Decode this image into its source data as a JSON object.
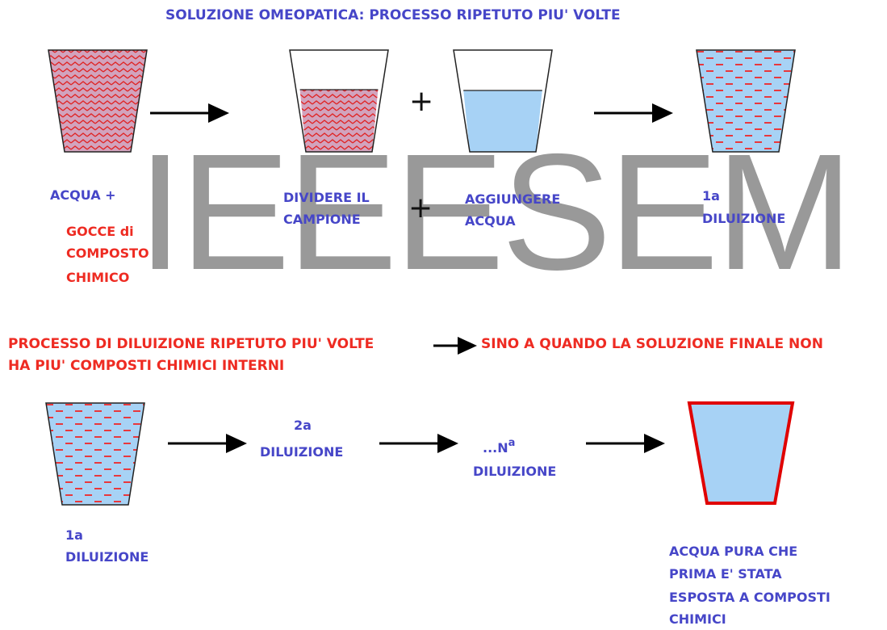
{
  "header": {
    "title": "SOLUZIONE  OMEOPATICA: PROCESSO RIPETUTO PIU' VOLTE"
  },
  "watermark": "IEEESEM",
  "row1": {
    "acqua_plus": "ACQUA +",
    "gocce": [
      "GOCCE di",
      "COMPOSTO",
      "CHIMICO"
    ],
    "dividere": [
      "DIVIDERE IL",
      "CAMPIONE"
    ],
    "plus": "+",
    "aggiungere": [
      "AGGIUNGERE",
      "ACQUA"
    ],
    "diluizione1": [
      "1a",
      "DILUIZIONE"
    ]
  },
  "process": {
    "line1a": "PROCESSO DI DILUIZIONE RIPETUTO PIU' VOLTE",
    "line1b": "SINO A QUANDO LA SOLUZIONE FINALE NON",
    "line2": "HA PIU' COMPOSTI CHIMICI INTERNI"
  },
  "row2": {
    "diluizione1": [
      "1a",
      "DILUIZIONE"
    ],
    "diluizione2": [
      "2a",
      "DILUIZIONE"
    ],
    "diluizioneN_prefix": "...N",
    "diluizioneN_sup": "a",
    "diluizioneN_label": "DILUIZIONE",
    "acqua_pura": [
      "ACQUA PURA CHE",
      "PRIMA E' STATA",
      "ESPOSTA A COMPOSTI",
      "CHIMICI"
    ]
  },
  "colors": {
    "blue_text": "#4646c8",
    "red_text": "#ee2b22",
    "water": "#a7d2f5",
    "pink": "#d2a3bd",
    "red_outline": "#e00000"
  },
  "icons": [
    "cup-chemical-icon",
    "cup-divided-icon",
    "cup-water-icon",
    "cup-diluted-icon",
    "cup-pure-water-icon",
    "arrow-right-icon"
  ]
}
